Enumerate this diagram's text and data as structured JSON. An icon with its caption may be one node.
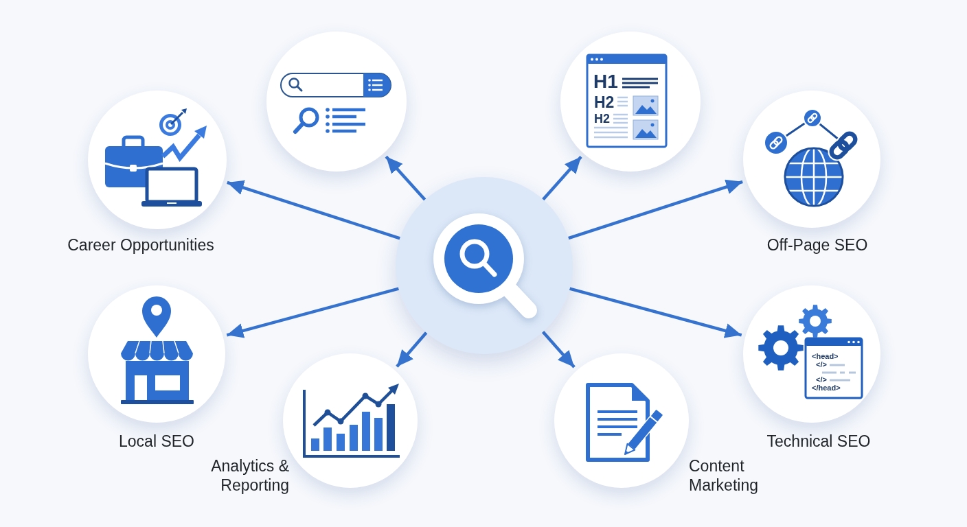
{
  "diagram": {
    "nodes": [
      {
        "text": [],
        "shape": "circle"
      },
      {
        "text": [],
        "shape": "circle"
      },
      {
        "text": [],
        "shape": "circle"
      },
      {
        "text": [
          "Career Opportunities"
        ]
      },
      {
        "text": [
          "Off-Page SEO"
        ]
      },
      {
        "text": [
          "Local SEO"
        ]
      },
      {
        "text": [
          "Technical SEO"
        ]
      },
      {
        "text": [
          "Analytics & Reporting"
        ]
      },
      {
        "text": [
          "Content Marketing"
        ]
      }
    ],
    "edges": [
      {
        "from": 0,
        "to": 1,
        "arrow": "to"
      },
      {
        "from": 0,
        "to": 2,
        "arrow": "to"
      },
      {
        "from": 0,
        "to": 3,
        "arrow": "to"
      },
      {
        "from": 0,
        "to": 4,
        "arrow": "to"
      },
      {
        "from": 0,
        "to": 5,
        "arrow": "to"
      },
      {
        "from": 0,
        "to": 6,
        "arrow": "to"
      },
      {
        "from": 0,
        "to": 7,
        "arrow": "to"
      },
      {
        "from": 0,
        "to": 8,
        "arrow": "to"
      }
    ],
    "labels": [
      "H1",
      "H2",
      "H2",
      "<head>",
      "</>",
      "</>",
      "</head>"
    ]
  }
}
